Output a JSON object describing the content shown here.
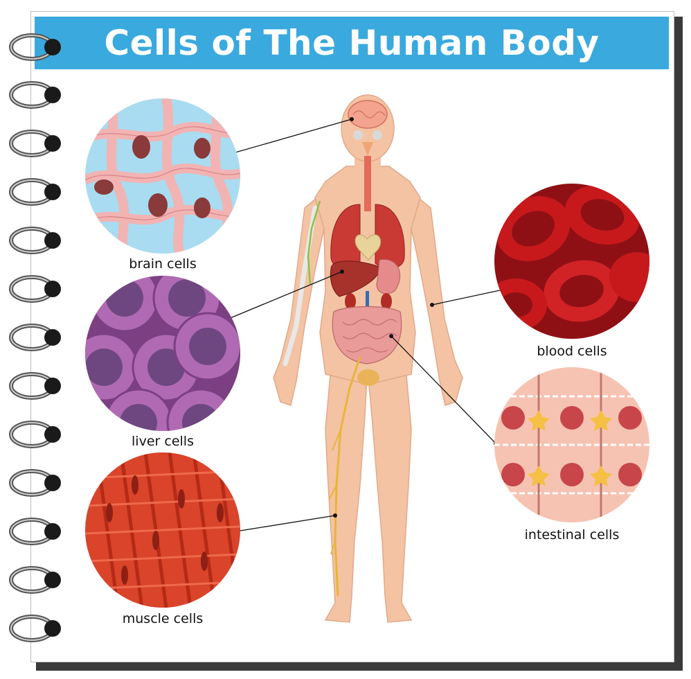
{
  "title": "Cells of The Human Body",
  "labels": {
    "brain": "brain cells",
    "liver": "liver cells",
    "muscle": "muscle cells",
    "blood": "blood cells",
    "intestinal": "intestinal cells"
  },
  "colors": {
    "banner": "#3aa9de",
    "brain_bg": "#a9dcf0",
    "brain_tissue": "#f2b3b3",
    "liver": "#9b5a9e",
    "muscle": "#d9442a",
    "blood": "#b3181b",
    "intestinal": "#f6c3b3",
    "skin": "#f4c3a3"
  }
}
